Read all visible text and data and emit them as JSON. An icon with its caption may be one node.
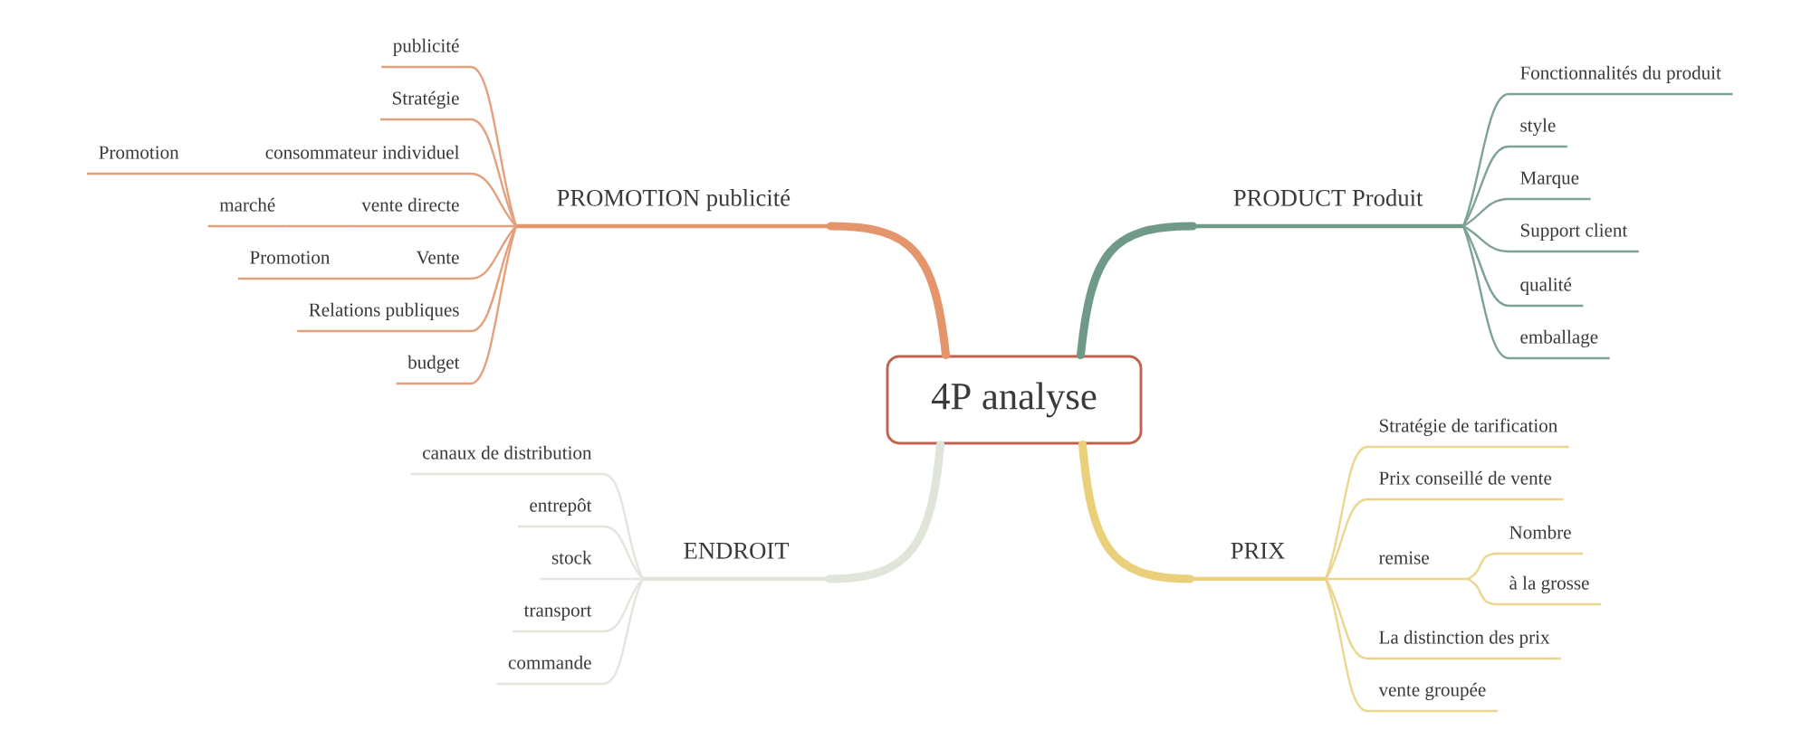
{
  "diagram": {
    "nodes": [
      {
        "text": [
          "4P analyse"
        ]
      },
      {
        "text": [
          "PROMOTION publicité"
        ]
      },
      {
        "text": [
          "publicité"
        ]
      },
      {
        "text": [
          "Stratégie"
        ]
      },
      {
        "text": [
          "consommateur individuel"
        ]
      },
      {
        "text": [
          "Promotion"
        ]
      },
      {
        "text": [
          "vente directe"
        ]
      },
      {
        "text": [
          "marché"
        ]
      },
      {
        "text": [
          "Vente"
        ]
      },
      {
        "text": [
          "Promotion"
        ]
      },
      {
        "text": [
          "Relations publiques"
        ]
      },
      {
        "text": [
          "budget"
        ]
      },
      {
        "text": [
          "PRODUCT Produit"
        ]
      },
      {
        "text": [
          "Fonctionnalités du produit"
        ]
      },
      {
        "text": [
          "style"
        ]
      },
      {
        "text": [
          "Marque"
        ]
      },
      {
        "text": [
          "Support client"
        ]
      },
      {
        "text": [
          "qualité"
        ]
      },
      {
        "text": [
          "emballage"
        ]
      },
      {
        "text": [
          "ENDROIT"
        ]
      },
      {
        "text": [
          "canaux de distribution"
        ]
      },
      {
        "text": [
          "entrepôt"
        ]
      },
      {
        "text": [
          "stock"
        ]
      },
      {
        "text": [
          "transport"
        ]
      },
      {
        "text": [
          "commande"
        ]
      },
      {
        "text": [
          "PRIX"
        ]
      },
      {
        "text": [
          "Stratégie de tarification"
        ]
      },
      {
        "text": [
          "Prix conseillé de vente"
        ]
      },
      {
        "text": [
          "remise"
        ]
      },
      {
        "text": [
          "Nombre"
        ]
      },
      {
        "text": [
          "à la grosse"
        ]
      },
      {
        "text": [
          "La distinction des prix"
        ]
      },
      {
        "text": [
          "vente groupée"
        ]
      }
    ],
    "edges": [
      {
        "from": 0,
        "to": 1,
        "arrow": "none",
        "style": "thick",
        "color": "#e4956b"
      },
      {
        "from": 1,
        "to": 2,
        "arrow": "none",
        "color": "#e4a07c"
      },
      {
        "from": 1,
        "to": 3,
        "arrow": "none",
        "color": "#e4a07c"
      },
      {
        "from": 1,
        "to": 4,
        "arrow": "none",
        "color": "#e4a07c"
      },
      {
        "from": 4,
        "to": 5,
        "arrow": "none",
        "color": "#e4a07c"
      },
      {
        "from": 1,
        "to": 6,
        "arrow": "none",
        "color": "#e4a07c"
      },
      {
        "from": 6,
        "to": 7,
        "arrow": "none",
        "color": "#e4a07c"
      },
      {
        "from": 1,
        "to": 8,
        "arrow": "none",
        "color": "#e4a07c"
      },
      {
        "from": 8,
        "to": 9,
        "arrow": "none",
        "color": "#e4a07c"
      },
      {
        "from": 1,
        "to": 10,
        "arrow": "none",
        "color": "#e4a07c"
      },
      {
        "from": 1,
        "to": 11,
        "arrow": "none",
        "color": "#e4a07c"
      },
      {
        "from": 0,
        "to": 12,
        "arrow": "none",
        "style": "thick",
        "color": "#6f9a88"
      },
      {
        "from": 12,
        "to": 13,
        "arrow": "none",
        "color": "#7ea393"
      },
      {
        "from": 12,
        "to": 14,
        "arrow": "none",
        "color": "#7ea393"
      },
      {
        "from": 12,
        "to": 15,
        "arrow": "none",
        "color": "#7ea393"
      },
      {
        "from": 12,
        "to": 16,
        "arrow": "none",
        "color": "#7ea393"
      },
      {
        "from": 12,
        "to": 17,
        "arrow": "none",
        "color": "#7ea393"
      },
      {
        "from": 12,
        "to": 18,
        "arrow": "none",
        "color": "#7ea393"
      },
      {
        "from": 0,
        "to": 19,
        "arrow": "none",
        "style": "thick",
        "color": "#dfe5d8"
      },
      {
        "from": 19,
        "to": 20,
        "arrow": "none",
        "color": "#e2e6dc"
      },
      {
        "from": 19,
        "to": 21,
        "arrow": "none",
        "color": "#e2e6dc"
      },
      {
        "from": 19,
        "to": 22,
        "arrow": "none",
        "color": "#e2e6dc"
      },
      {
        "from": 19,
        "to": 23,
        "arrow": "none",
        "color": "#e2e6dc"
      },
      {
        "from": 19,
        "to": 24,
        "arrow": "none",
        "color": "#e2e6dc"
      },
      {
        "from": 0,
        "to": 25,
        "arrow": "none",
        "style": "thick",
        "color": "#ebd07c"
      },
      {
        "from": 25,
        "to": 26,
        "arrow": "none",
        "color": "#ecd58c"
      },
      {
        "from": 25,
        "to": 27,
        "arrow": "none",
        "color": "#ecd58c"
      },
      {
        "from": 25,
        "to": 28,
        "arrow": "none",
        "color": "#ecd58c"
      },
      {
        "from": 28,
        "to": 29,
        "arrow": "none",
        "color": "#ecd58c"
      },
      {
        "from": 28,
        "to": 30,
        "arrow": "none",
        "color": "#ecd58c"
      },
      {
        "from": 25,
        "to": 31,
        "arrow": "none",
        "color": "#ecd58c"
      },
      {
        "from": 25,
        "to": 32,
        "arrow": "none",
        "color": "#ecd58c"
      }
    ]
  }
}
